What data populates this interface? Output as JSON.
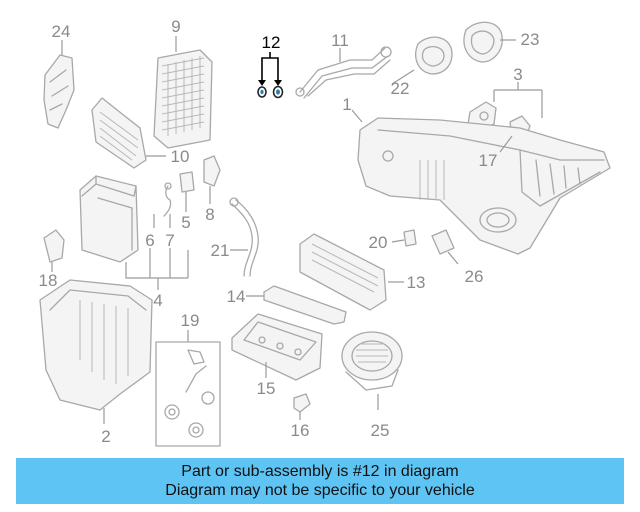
{
  "colors": {
    "banner_bg": "#5ec4f4",
    "part_line": "#a8a8a8",
    "callout_text": "#8a8a8a",
    "highlight": "#000000"
  },
  "callouts": [
    "1",
    "2",
    "3",
    "4",
    "5",
    "6",
    "7",
    "8",
    "9",
    "10",
    "11",
    "12",
    "13",
    "14",
    "15",
    "16",
    "17",
    "18",
    "19",
    "20",
    "21",
    "22",
    "23",
    "24",
    "25",
    "26"
  ],
  "highlighted_callout": "12",
  "banner": {
    "line1": "Part or sub-assembly is #12 in diagram",
    "line2": "Diagram may not be specific to your vehicle"
  }
}
